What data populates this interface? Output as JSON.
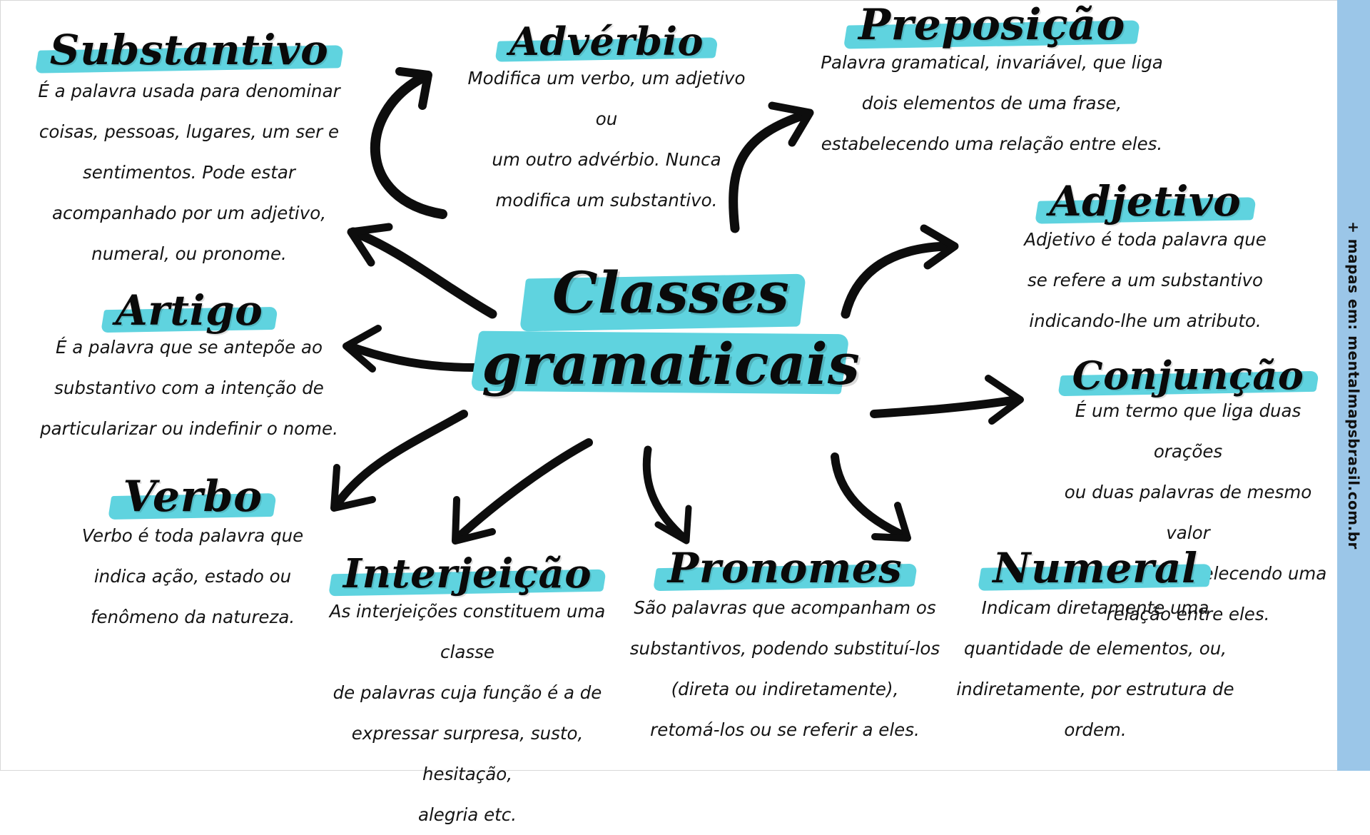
{
  "center": {
    "line1": "Classes",
    "line2": "gramaticais"
  },
  "sidebar_text": "+ mapas em: mentalmapsbrasil.com.br",
  "colors": {
    "highlight": "#5fd3df",
    "sidebar": "#9bc6e8",
    "ink": "#0a0a0a"
  },
  "nodes": {
    "substantivo": {
      "title": "Substantivo",
      "lines": [
        "É a palavra usada para denominar",
        "coisas, pessoas, lugares, um ser e",
        "sentimentos. Pode estar",
        "acompanhado por um adjetivo,",
        "numeral, ou pronome."
      ]
    },
    "adverbio": {
      "title": "Advérbio",
      "lines": [
        "Modifica um verbo, um adjetivo ou",
        "um outro advérbio. Nunca",
        "modifica um substantivo."
      ]
    },
    "preposicao": {
      "title": "Preposição",
      "lines": [
        "Palavra gramatical, invariável, que liga",
        "dois elementos de uma frase,",
        "estabelecendo uma relação entre eles."
      ]
    },
    "adjetivo": {
      "title": "Adjetivo",
      "lines": [
        "Adjetivo é toda palavra que",
        "se refere a um substantivo",
        "indicando-lhe um atributo."
      ]
    },
    "artigo": {
      "title": "Artigo",
      "lines": [
        "É a palavra que se antepõe ao",
        "substantivo com a intenção de",
        "particularizar ou indefinir o nome."
      ]
    },
    "conjuncao": {
      "title": "Conjunção",
      "lines": [
        "É um termo que liga duas orações",
        "ou duas palavras de mesmo valor",
        "gramatical, estabelecendo uma",
        "relação entre eles."
      ]
    },
    "verbo": {
      "title": "Verbo",
      "lines": [
        "Verbo é toda palavra que",
        "indica ação, estado ou",
        "fenômeno da natureza."
      ]
    },
    "interjeicao": {
      "title": "Interjeição",
      "lines": [
        "As interjeições constituem uma classe",
        "de palavras cuja função é a de",
        "expressar surpresa, susto, hesitação,",
        "alegria etc."
      ]
    },
    "pronomes": {
      "title": "Pronomes",
      "lines": [
        "São palavras que acompanham os",
        "substantivos, podendo substituí-los",
        "(direta ou indiretamente),",
        "retomá-los ou se referir a eles."
      ]
    },
    "numeral": {
      "title": "Numeral",
      "lines": [
        "Indicam diretamente uma",
        "quantidade de elementos, ou,",
        "indiretamente, por estrutura de",
        "ordem."
      ]
    }
  }
}
